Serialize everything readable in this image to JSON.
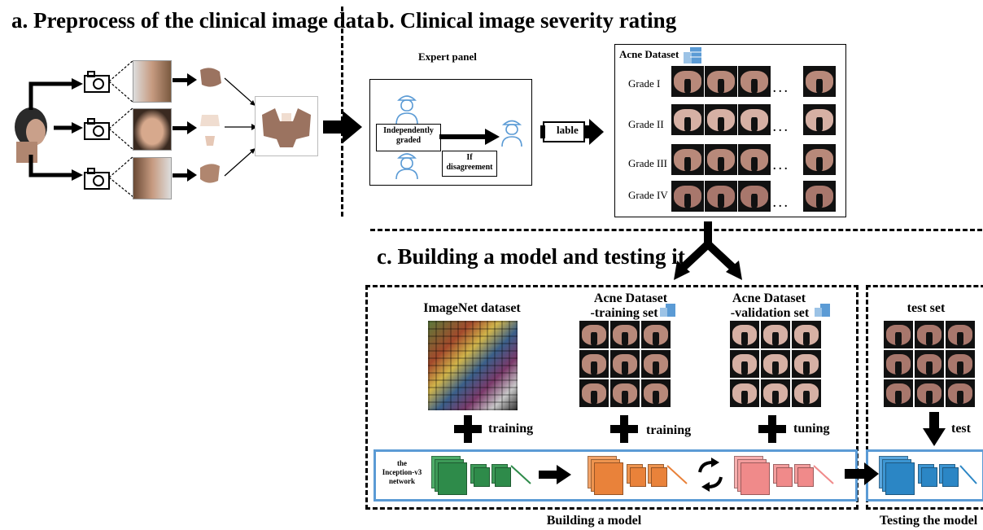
{
  "panels": {
    "a": {
      "title": "a. Preprocess of the clinical image data"
    },
    "b": {
      "title": "b. Clinical image severity rating",
      "expert_panel": "Expert panel",
      "independently_graded": "Independently graded",
      "if_disagreement": "If disagreement",
      "lable": "lable",
      "acne_dataset": "Acne Dataset",
      "grades": [
        "Grade I",
        "Grade II",
        "Grade III",
        "Grade IV"
      ],
      "ellipsis": ". . ."
    },
    "c": {
      "title": "c. Building a model and testing it",
      "imagenet": "ImageNet dataset",
      "training_set": "Acne Dataset -training set",
      "training_set_l1": "Acne Dataset",
      "training_set_l2": "-training set",
      "validation_set_l1": "Acne Dataset",
      "validation_set_l2": "-validation set",
      "test_set": "test set",
      "training1": "training",
      "training2": "training",
      "tuning": "tuning",
      "test": "test",
      "network_l1": "the",
      "network_l2": "Inception-v3",
      "network_l3": "network",
      "building": "Building a model",
      "testing": "Testing the model"
    }
  },
  "colors": {
    "network_border": "#5b9bd5",
    "cnn_green": "#2e8b4a",
    "cnn_orange": "#e9823a",
    "cnn_pink": "#f08a8a",
    "cnn_blue": "#2b86c5",
    "doctor_icon": "#5b9bd5"
  },
  "icons": [
    "head-icon",
    "camera-icon",
    "doctor-icon",
    "database-icon",
    "plus-icon",
    "arrow-icon",
    "cycle-icon"
  ]
}
